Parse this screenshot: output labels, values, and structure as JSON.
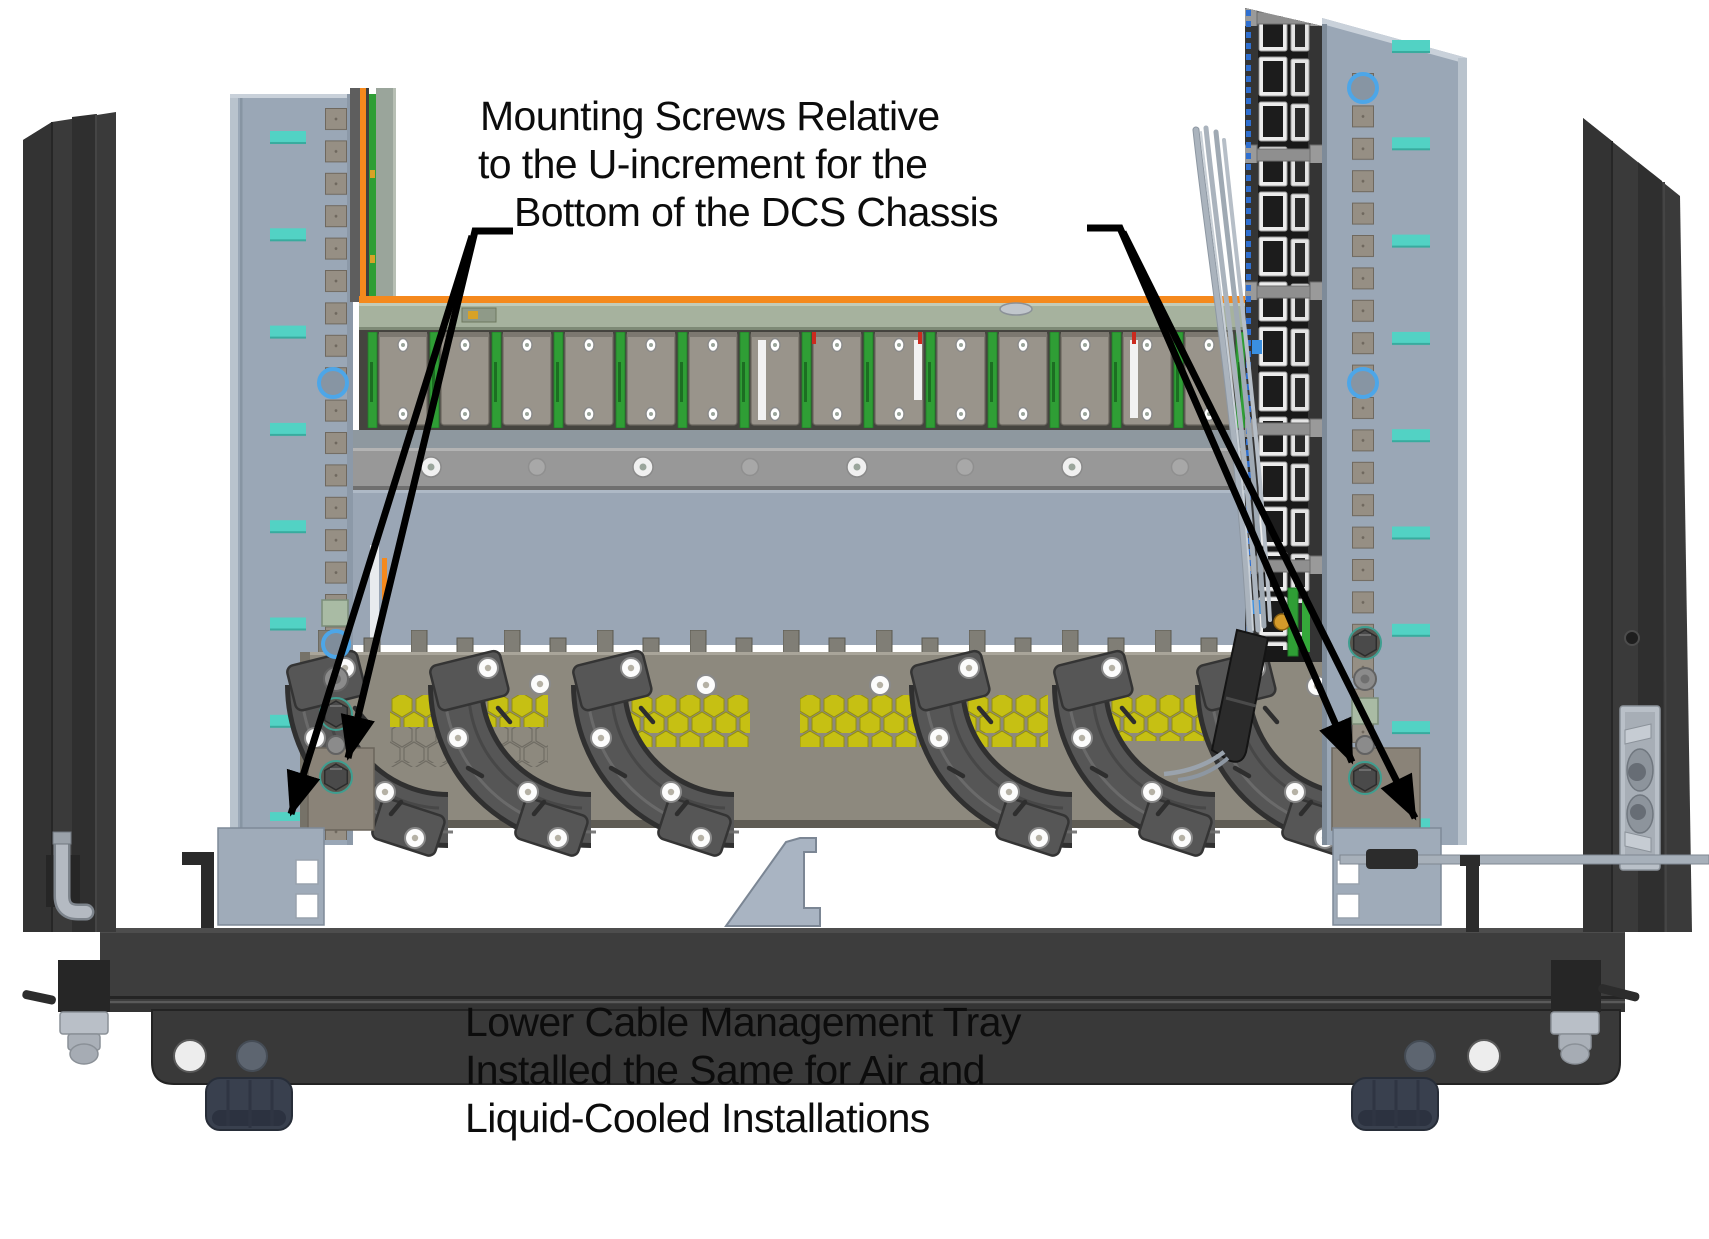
{
  "figure": {
    "type": "technical-illustration",
    "subject": "DCS chassis rack front view with lower cable management tray",
    "callout_top": {
      "lines": [
        "Mounting Screws Relative",
        "to the U-increment for the",
        "Bottom of the DCS Chassis"
      ]
    },
    "callout_bottom": {
      "lines": [
        "Lower Cable Management Tray",
        "Installed the Same for Air and",
        "Liquid-Cooled Installations"
      ]
    },
    "colors": {
      "background": "#ffffff",
      "arrow": "#000000",
      "teal_u_marker": "#52d2c4",
      "orange_busbar": "#f5891d",
      "pcb_green": "#2f9e35",
      "honeycomb_vent_yellow": "#c6c013",
      "rail_blue_gray": "#9aa7b6",
      "frame_charcoal": "#3a3a3a",
      "tray_gray": "#8d897e",
      "guide_gray": "#565656",
      "highlight_ring_blue": "#4da6e8"
    },
    "rack": {
      "left_rail_u_markers": 8,
      "right_rail_u_markers": 9,
      "module_slots_visible": 14,
      "cable_guides": 6
    }
  }
}
